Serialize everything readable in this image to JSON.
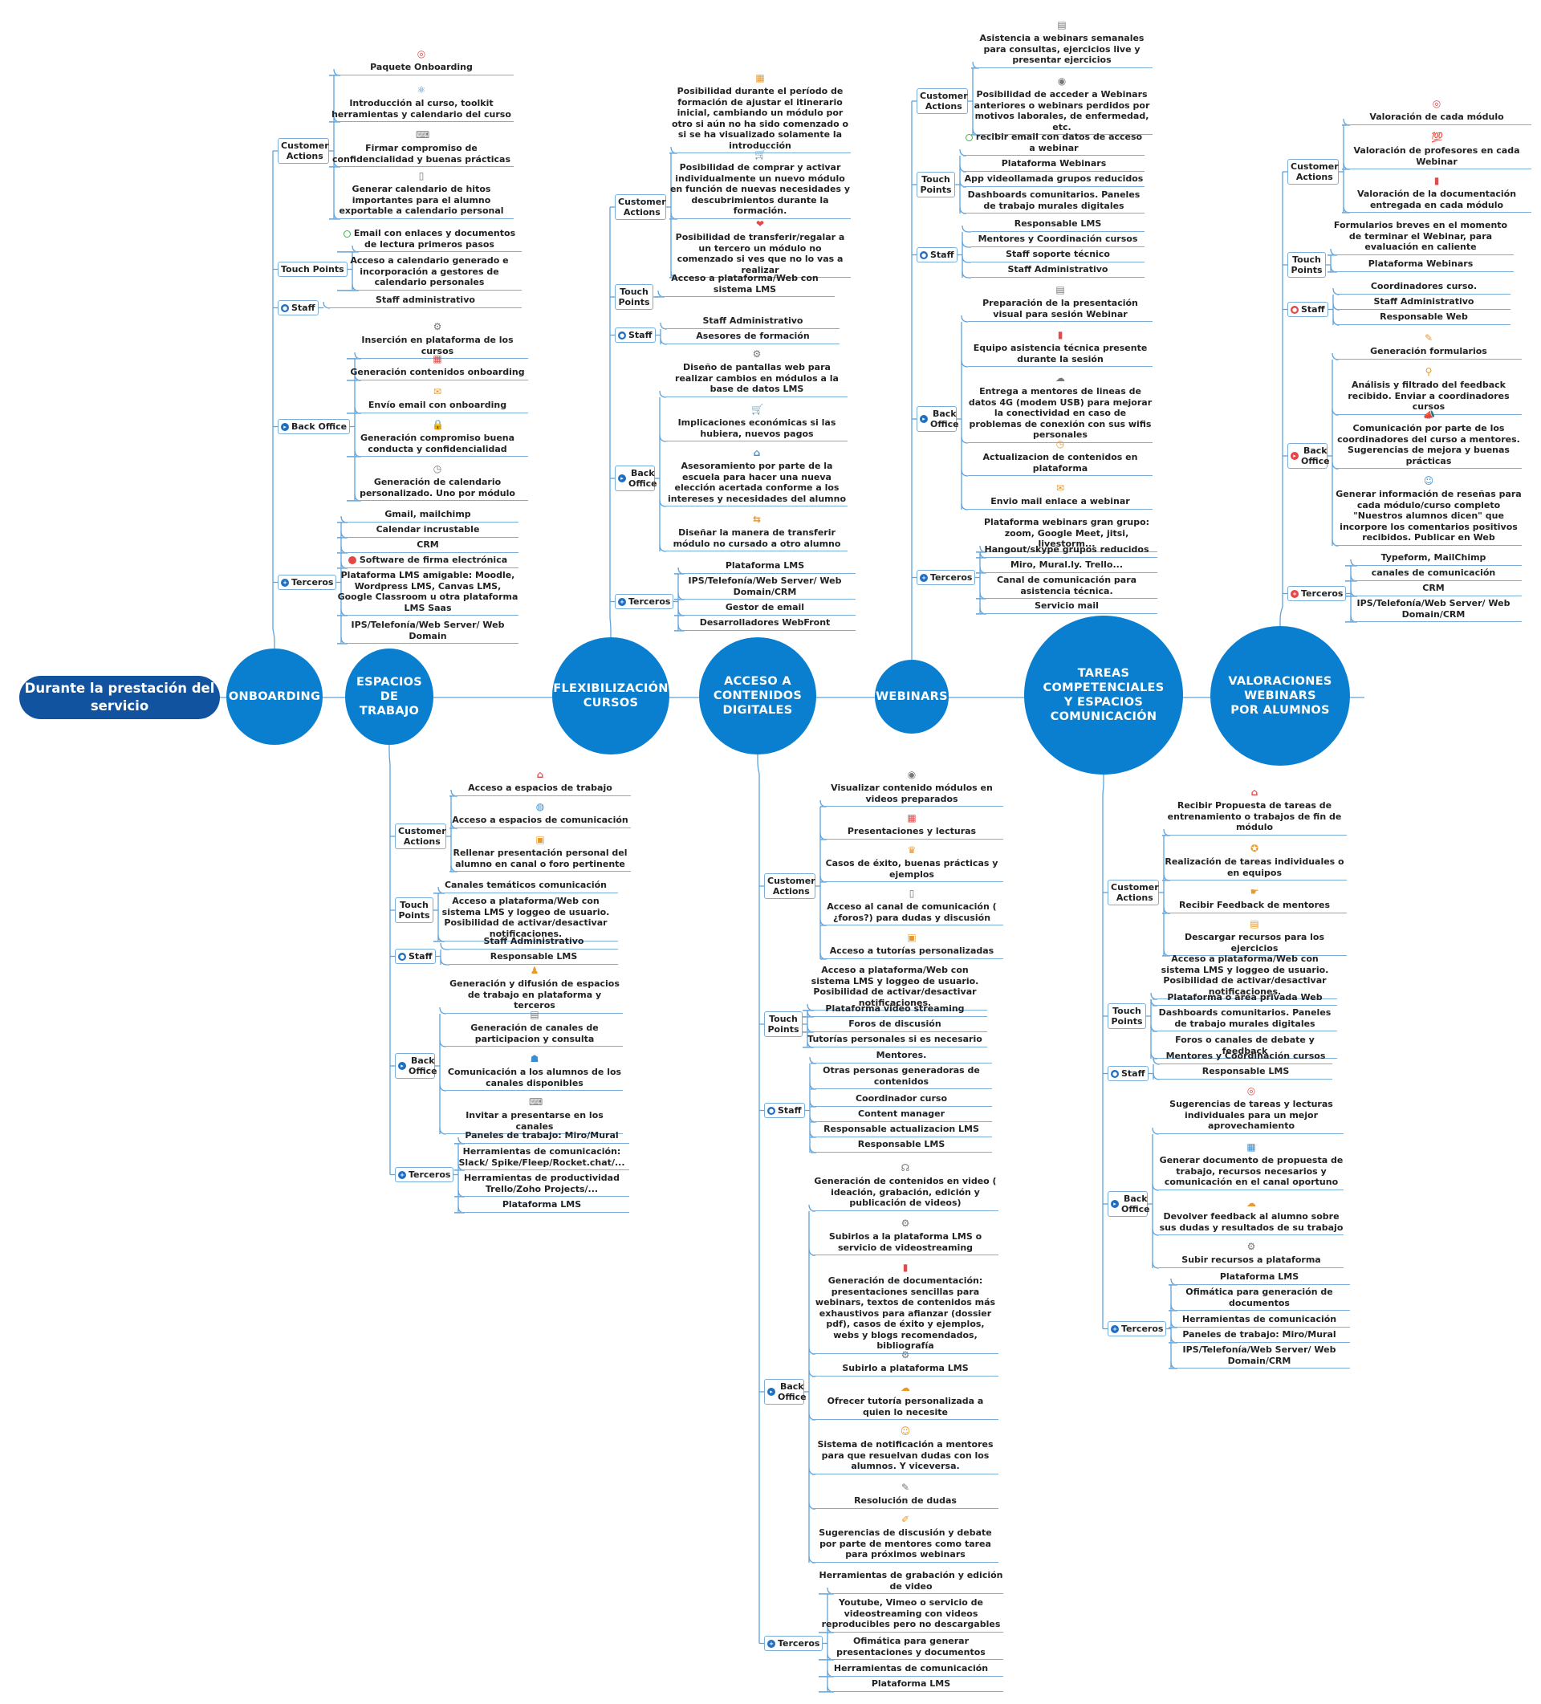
{
  "root": "Durante la prestación del servicio",
  "stages": {
    "onboarding": "ONBOARDING",
    "espacios": "ESPACIOS DE TRABAJO",
    "flexibilizacion": "FLEXIBILIZACIÓN CURSOS",
    "acceso": "ACCESO A CONTENIDOS DIGITALES",
    "webinars": "WEBINARS",
    "tareas": "TAREAS COMPETENCIALES Y ESPACIOS COMUNICACIÓN",
    "valoraciones": "VALORACIONES WEBINARS POR ALUMNOS"
  },
  "categories": {
    "customer_actions": "Customer Actions",
    "touch_points": "Touch Points",
    "staff": "Staff",
    "back_office": "Back Office",
    "terceros": "Terceros"
  },
  "onboarding": {
    "customer_actions": [
      "Paquete Onboarding",
      "Introducción al curso, toolkit herramientas y calendario del curso",
      "Firmar compromiso de confidencialidad y buenas prácticas",
      "Generar calendario de hitos importantes para el alumno exportable a calendario personal"
    ],
    "touch_points": [
      "Email con enlaces y documentos de lectura primeros pasos",
      "Acceso a calendario generado e incorporación a gestores de calendario personales"
    ],
    "staff": [
      "Staff administrativo"
    ],
    "back_office": [
      "Inserción en plataforma de los cursos",
      "Generación contenidos onboarding",
      "Envío email con onboarding",
      "Generación compromiso buena conducta y confidencialidad",
      "Generación de calendario personalizado. Uno por módulo"
    ],
    "terceros": [
      "Gmail, mailchimp",
      "Calendar incrustable",
      "CRM",
      "Software de firma electrónica",
      "Plataforma LMS amigable: Moodle, Wordpress LMS, Canvas LMS, Google Classroom u otra plataforma LMS Saas",
      "IPS/Telefonía/Web Server/ Web Domain"
    ]
  },
  "espacios": {
    "customer_actions": [
      "Acceso a espacios de trabajo",
      "Acceso a espacios de comunicación",
      "Rellenar presentación personal del alumno en canal o foro pertinente"
    ],
    "touch_points": [
      "Canales temáticos comunicación",
      "Acceso a plataforma/Web con sistema LMS y loggeo de usuario. Posibilidad de activar/desactivar notificaciones."
    ],
    "staff": [
      "Staff Administrativo",
      "Responsable LMS"
    ],
    "back_office": [
      "Generación y difusión de espacios de trabajo en plataforma y terceros",
      "Generación de canales de participacion y consulta",
      "Comunicación a los alumnos de los canales disponibles",
      "Invitar a presentarse en los canales"
    ],
    "terceros": [
      "Paneles de trabajo: Miro/Mural",
      "Herramientas de comunicación: Slack/ Spike/Fleep/Rocket.chat/...",
      "Herramientas de productividad Trello/Zoho Projects/...",
      "Plataforma LMS"
    ]
  },
  "flexibilizacion": {
    "customer_actions": [
      "Posibilidad durante el período de formación de ajustar el itinerario inicial, cambiando un módulo por otro si aún no ha sido comenzado o si se ha visualizado solamente la introducción",
      "Posibilidad de comprar y activar individualmente un nuevo módulo en función de nuevas necesidades y descubrimientos durante la formación.",
      "Posibilidad de transferir/regalar a un tercero un módulo no comenzado si ves que no lo vas a realizar"
    ],
    "touch_points": [
      "Acceso a plataforma/Web con sistema LMS"
    ],
    "staff": [
      "Staff Administrativo",
      "Asesores de formación"
    ],
    "back_office": [
      "Diseño de pantallas web para realizar cambios en módulos a la base de datos LMS",
      "Implicaciones económicas si las hubiera, nuevos pagos",
      "Asesoramiento por parte de la escuela para hacer una nueva elección acertada conforme a los intereses y necesidades del alumno",
      "Diseñar la manera de transferir módulo no cursado a otro alumno"
    ],
    "terceros": [
      "Plataforma LMS",
      "IPS/Telefonía/Web Server/ Web Domain/CRM",
      "Gestor de email",
      "Desarrolladores WebFront"
    ]
  },
  "acceso": {
    "customer_actions": [
      "Visualizar contenido módulos en videos preparados",
      "Presentaciones y lecturas",
      "Casos de éxito, buenas prácticas y ejemplos",
      "Acceso al canal de comunicación ( ¿foros?) para dudas y discusión",
      "Acceso a tutorías personalizadas"
    ],
    "touch_points": [
      "Acceso a plataforma/Web con sistema LMS y loggeo de usuario. Posibilidad de activar/desactivar notificaciones.",
      "Plataforma video streaming",
      "Foros de discusión",
      "Tutorías personales si es necesario"
    ],
    "staff": [
      "Mentores.",
      "Otras personas generadoras de contenidos",
      "Coordinador curso",
      "Content manager",
      "Responsable actualizacion LMS",
      "Responsable LMS"
    ],
    "back_office": [
      "Generación de contenidos en video ( ideación, grabación, edición y publicación de videos)",
      "Subirlos a la plataforma LMS o servicio de videostreaming",
      "Generación de documentación: presentaciones sencillas para webinars, textos de contenidos más exhaustivos para afianzar (dossier pdf), casos de éxito y ejemplos, webs y blogs recomendados, bibliografía",
      "Subirlo a plataforma LMS",
      "Ofrecer tutoría personalizada a quien lo necesite",
      "Sistema de notificación a mentores para que resuelvan dudas con los alumnos. Y viceversa.",
      "Resolución de dudas",
      "Sugerencias de discusión y debate por parte de mentores como tarea para próximos webinars"
    ],
    "terceros": [
      "Herramientas de grabación y edición de video",
      "Youtube, Vimeo o servicio de videostreaming con videos reproducibles pero no descargables",
      "Ofimática para generar presentaciones y documentos",
      "Herramientas de comunicación",
      "Plataforma LMS"
    ]
  },
  "webinars": {
    "customer_actions": [
      "Asistencia a webinars semanales para consultas, ejercicios live y presentar ejercicios",
      "Posibilidad de acceder a Webinars anteriores o webinars perdidos por motivos laborales, de enfermedad, etc."
    ],
    "touch_points": [
      "recibir email con datos de acceso a webinar",
      "Plataforma Webinars",
      "App videollamada grupos reducidos",
      "Dashboards comunitarios. Paneles de trabajo murales digitales"
    ],
    "staff": [
      "Responsable LMS",
      "Mentores y Coordinación cursos",
      "Staff soporte técnico",
      "Staff Administrativo"
    ],
    "back_office": [
      "Preparación de la presentación visual para sesión Webinar",
      "Equipo asistencia técnica presente durante la sesión",
      "Entrega a mentores de lineas de datos 4G (modem USB) para mejorar la conectividad en caso de problemas de conexión con sus wifis personales",
      "Actualizacion de contenidos en plataforma",
      "Envio mail enlace a webinar"
    ],
    "terceros": [
      "Plataforma webinars gran grupo: zoom, Google Meet, jitsi, livestorm...",
      "Hangout/skype grupos reducidos",
      "Miro, Mural.ly. Trello...",
      "Canal de comunicación para asistencia técnica.",
      "Servicio mail"
    ]
  },
  "tareas": {
    "customer_actions": [
      "Recibir Propuesta de tareas de entrenamiento o trabajos de fin de módulo",
      "Realización de tareas individuales o en equipos",
      "Recibir Feedback de mentores",
      "Descargar recursos para los ejercicios"
    ],
    "touch_points": [
      "Acceso a plataforma/Web con sistema LMS y loggeo de usuario. Posibilidad de activar/desactivar notificaciones.",
      "Plataforma o área privada Web",
      "Dashboards comunitarios. Paneles de trabajo murales digitales",
      "Foros o canales de debate y feedback"
    ],
    "staff": [
      "Mentores y Coordinación cursos",
      "Responsable LMS"
    ],
    "back_office": [
      "Sugerencias de tareas y lecturas individuales para un mejor aprovechamiento",
      "Generar documento de propuesta de trabajo, recursos necesarios y comunicación en el canal oportuno",
      "Devolver feedback al alumno sobre sus dudas y resultados de su trabajo",
      "Subir recursos a plataforma"
    ],
    "terceros": [
      "Plataforma LMS",
      "Ofimática para generación de documentos",
      "Herramientas de comunicación",
      "Paneles de trabajo: Miro/Mural",
      "IPS/Telefonía/Web Server/ Web Domain/CRM"
    ]
  },
  "valoraciones": {
    "customer_actions": [
      "Valoración de cada módulo",
      "Valoración de profesores en cada Webinar",
      "Valoración de la documentación entregada en cada módulo"
    ],
    "touch_points": [
      "Formularios breves en el momento de terminar el Webinar, para evaluación en caliente",
      "Plataforma Webinars"
    ],
    "staff": [
      "Coordinadores curso.",
      "Staff Administrativo",
      "Responsable Web"
    ],
    "back_office": [
      "Generación formularios",
      "Análisis y filtrado del feedback recibido. Enviar a coordinadores cursos",
      "Comunicación por parte de los coordinadores del curso a mentores. Sugerencias de mejora y buenas prácticas",
      "Generar información de reseñas para cada módulo/curso completo \"Nuestros alumnos dicen\" que incorpore los comentarios positivos recibidos. Publicar en Web"
    ],
    "terceros": [
      "Typeform, MailChimp",
      "canales de comunicación",
      "CRM",
      "IPS/Telefonía/Web Server/ Web Domain/CRM"
    ]
  },
  "colors": {
    "root": "#1253a0",
    "stage": "#0a7fcf",
    "connector": "#5ea3dc"
  }
}
